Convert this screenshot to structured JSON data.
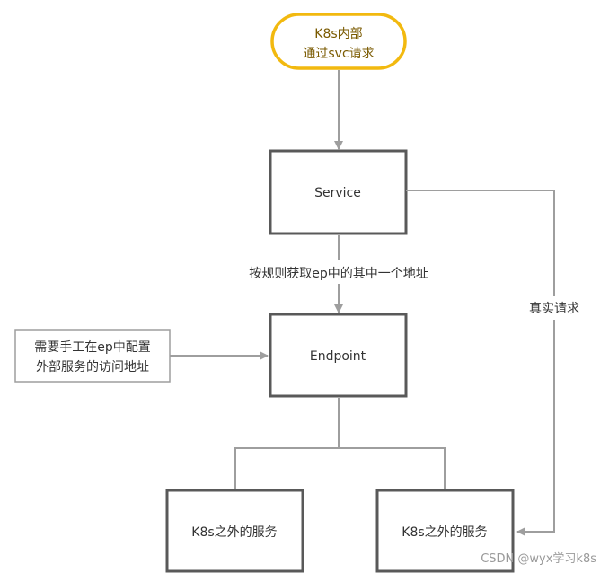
{
  "diagram": {
    "start": {
      "line1": "K8s内部",
      "line2": "通过svc请求"
    },
    "service": {
      "label": "Service"
    },
    "endpoint": {
      "label": "Endpoint"
    },
    "external1": {
      "label": "K8s之外的服务"
    },
    "external2": {
      "label": "K8s之外的服务"
    },
    "edge_select_label": "按规则获取ep中的其中一个地址",
    "edge_real_label": "真实请求",
    "note": {
      "line1": "需要手工在ep中配置",
      "line2": "外部服务的访问地址"
    },
    "colors": {
      "start_border": "#f2b90f",
      "start_text": "#7a5a00",
      "box_border": "#595959",
      "line": "#9e9e9e",
      "note_border": "#9e9e9e"
    }
  },
  "watermark": "CSDN @wyx学习k8s"
}
